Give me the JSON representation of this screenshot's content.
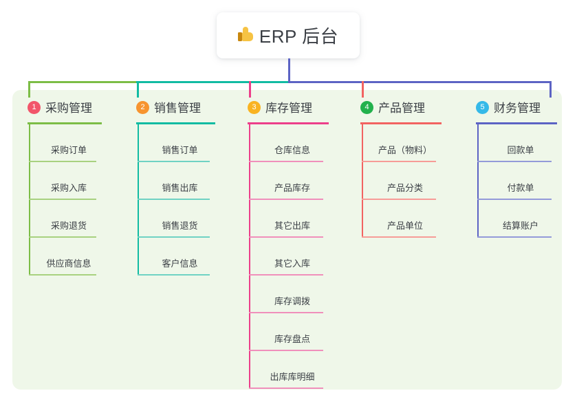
{
  "page": {
    "background": "#ffffff",
    "panel_color": "#eff7e9"
  },
  "root": {
    "title": "ERP 后台",
    "icon": "thumbs-up-emoji",
    "emoji": "👍"
  },
  "colors": {
    "bus_green": "#7cbd46",
    "bus_teal": "#11bba2",
    "bus_blue": "#5c63c4",
    "stub_green": "#7cbd46",
    "stub_teal": "#11bba2",
    "stub_pink": "#ec3f8a",
    "stub_red": "#f26361",
    "stub_blue": "#5c63c4"
  },
  "columns": [
    {
      "index": "1",
      "title": "采购管理",
      "badge_color": "#f2556a",
      "rule_color": "#7cbd46",
      "leaf_line_color": "#a8d17f",
      "stub_color": "#7cbd46",
      "items": [
        "采购订单",
        "采购入库",
        "采购退货",
        "供应商信息"
      ]
    },
    {
      "index": "2",
      "title": "销售管理",
      "badge_color": "#f7942f",
      "rule_color": "#11bba2",
      "leaf_line_color": "#6fd2c3",
      "stub_color": "#11bba2",
      "items": [
        "销售订单",
        "销售出库",
        "销售退货",
        "客户信息"
      ]
    },
    {
      "index": "3",
      "title": "库存管理",
      "badge_color": "#f9b321",
      "rule_color": "#ec3f8a",
      "leaf_line_color": "#f08fbb",
      "stub_color": "#ec3f8a",
      "items": [
        "仓库信息",
        "产品库存",
        "其它出库",
        "其它入库",
        "库存调拨",
        "库存盘点",
        "出库库明细"
      ]
    },
    {
      "index": "4",
      "title": "产品管理",
      "badge_color": "#22b14c",
      "rule_color": "#f26361",
      "leaf_line_color": "#f79b97",
      "stub_color": "#f26361",
      "items": [
        "产品（物料）",
        "产品分类",
        "产品单位"
      ]
    },
    {
      "index": "5",
      "title": "财务管理",
      "badge_color": "#35b9e8",
      "rule_color": "#5c63c4",
      "leaf_line_color": "#939ad9",
      "stub_color": "#5c63c4",
      "items": [
        "回款单",
        "付款单",
        "结算账户"
      ]
    }
  ]
}
